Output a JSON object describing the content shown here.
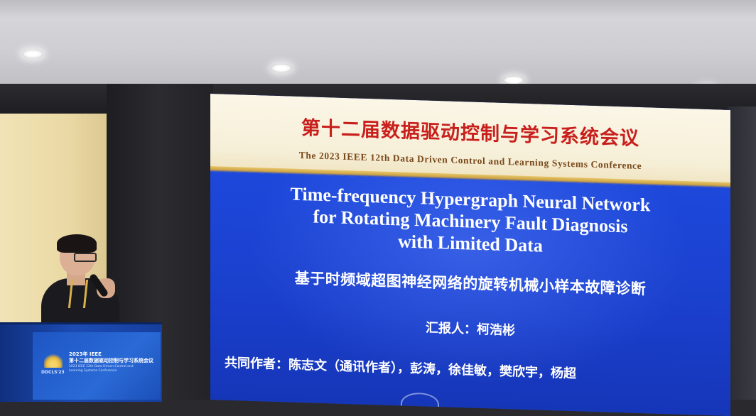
{
  "slide": {
    "conference_cn": "第十二届数据驱动控制与学习系统会议",
    "conference_en": "The 2023 IEEE 12th Data Driven Control and Learning Systems Conference",
    "title_en": [
      "Time-frequency Hypergraph Neural Network",
      "for Rotating Machinery Fault Diagnosis",
      "with Limited Data"
    ],
    "title_cn": "基于时频域超图神经网络的旋转机械小样本故障诊断",
    "presenter": "汇报人：柯浩彬",
    "coauthors": "共同作者：陈志文（通讯作者），彭涛，徐佳敏，樊欣宇，杨超",
    "colors": {
      "header_text": "#c81f1c",
      "body_bg": "#1a3fd0",
      "body_text": "#ffffff"
    }
  },
  "podium": {
    "year_line": "2023年 IEEE",
    "cn_line": "第十二届数据驱动控制与学习系统会议",
    "en_line": "2023 IEEE 12th Data Driven Control and Learning Systems Conference",
    "brand": "DDCLS'23"
  }
}
